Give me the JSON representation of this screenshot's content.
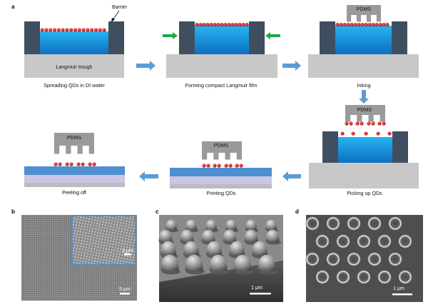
{
  "panels": {
    "a": {
      "letter": "a",
      "barrier_label": "Barrier",
      "trough_label": "Langmuir trough",
      "stamp_label": "PDMS",
      "steps": [
        {
          "caption": "Spreading QDs in DI water"
        },
        {
          "caption": "Forming compact Langmuir film"
        },
        {
          "caption": "Inking"
        },
        {
          "caption": "Picking up QDs"
        },
        {
          "caption": "Printing QDs"
        },
        {
          "caption": "Peeling off"
        }
      ]
    },
    "b": {
      "letter": "b",
      "inset_scale": "3 μm",
      "main_scale": "5 μm"
    },
    "c": {
      "letter": "c",
      "scale": "1 μm"
    },
    "d": {
      "letter": "d",
      "scale": "1 μm"
    }
  },
  "colors": {
    "barrier": "#3f4f60",
    "water": "#1ea0e8",
    "trough": "#c8c8c8",
    "qd": "#cc1b1b",
    "pdms": "#9a9a9a",
    "flow_arrow": "#5b9bd5",
    "compress_arrow": "#1aa84a",
    "substrate_blue": "#4d8fd1",
    "substrate_lavender": "#c9c6e6",
    "inset_border": "#3a8fd8"
  }
}
